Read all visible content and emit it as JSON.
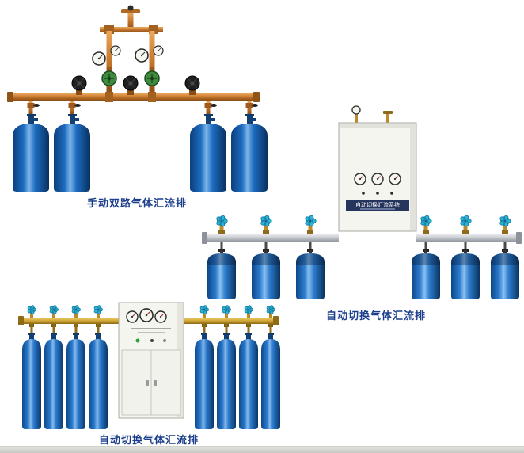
{
  "page": {
    "background": "#ffffff",
    "footer_strip_color": "#c7c7c2"
  },
  "colors": {
    "caption_text": "#1b3e8c",
    "cylinder_blue": "#1d6cc0",
    "copper_pipe": "#c97a2e",
    "brass_pipe": "#cfa435",
    "steel_pipe": "#c2c6cc",
    "cabinet_body": "#f5f5f0",
    "handwheel_cyan": "#2fb3d9",
    "regulator_green": "#3e8a3e",
    "label_band_navy": "#26355e"
  },
  "products": [
    {
      "id": "manual-dual-manifold",
      "caption": "手动双路气体汇流排",
      "cylinder_count": 4
    },
    {
      "id": "auto-switch-manifold-wall-cabinet",
      "caption": "自动切换气体汇流排",
      "cabinet_label": "自动切换汇流系统",
      "cylinder_count": 6
    },
    {
      "id": "auto-switch-manifold-floor-cabinet",
      "caption": "自动切换气体汇流排",
      "cylinder_count": 8
    }
  ]
}
